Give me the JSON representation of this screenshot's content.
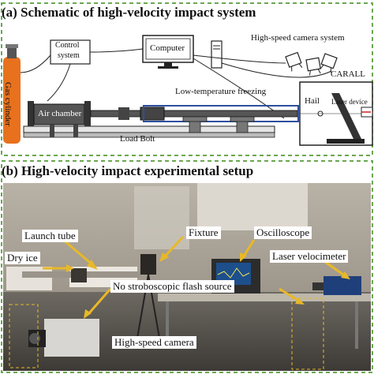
{
  "panel_a": {
    "title": "(a) Schematic of high-velocity impact system",
    "labels": {
      "gas_cylinder": "Gas cylinder",
      "control_system_1": "Control",
      "control_system_2": "system",
      "computer": "Computer",
      "highspeed_camera_system": "High-speed camera system",
      "carall": "CARALL",
      "air_chamber": "Air chamber",
      "low_temp_freezing": "Low-temperature freezing",
      "load_bolt": "Load Bolt",
      "hail": "Hail",
      "laser_device": "Laser device"
    }
  },
  "panel_b": {
    "title": "(b) High-velocity impact experimental setup",
    "labels": {
      "launch_tube": "Launch tube",
      "fixture": "Fixture",
      "oscilloscope": "Oscilloscope",
      "dry_ice": "Dry ice",
      "laser_velocimeter": "Laser velocimeter",
      "no_strobe": "No stroboscopic flash source",
      "highspeed_camera": "High-speed camera"
    }
  },
  "colors": {
    "dashed_border": "#6aa84f",
    "gas_cylinder": "#e8711e",
    "freeze_box": "#2e4f9e",
    "rail": "#333333",
    "laser_red": "#cc2222",
    "pointer_arrow": "#e8b828"
  }
}
